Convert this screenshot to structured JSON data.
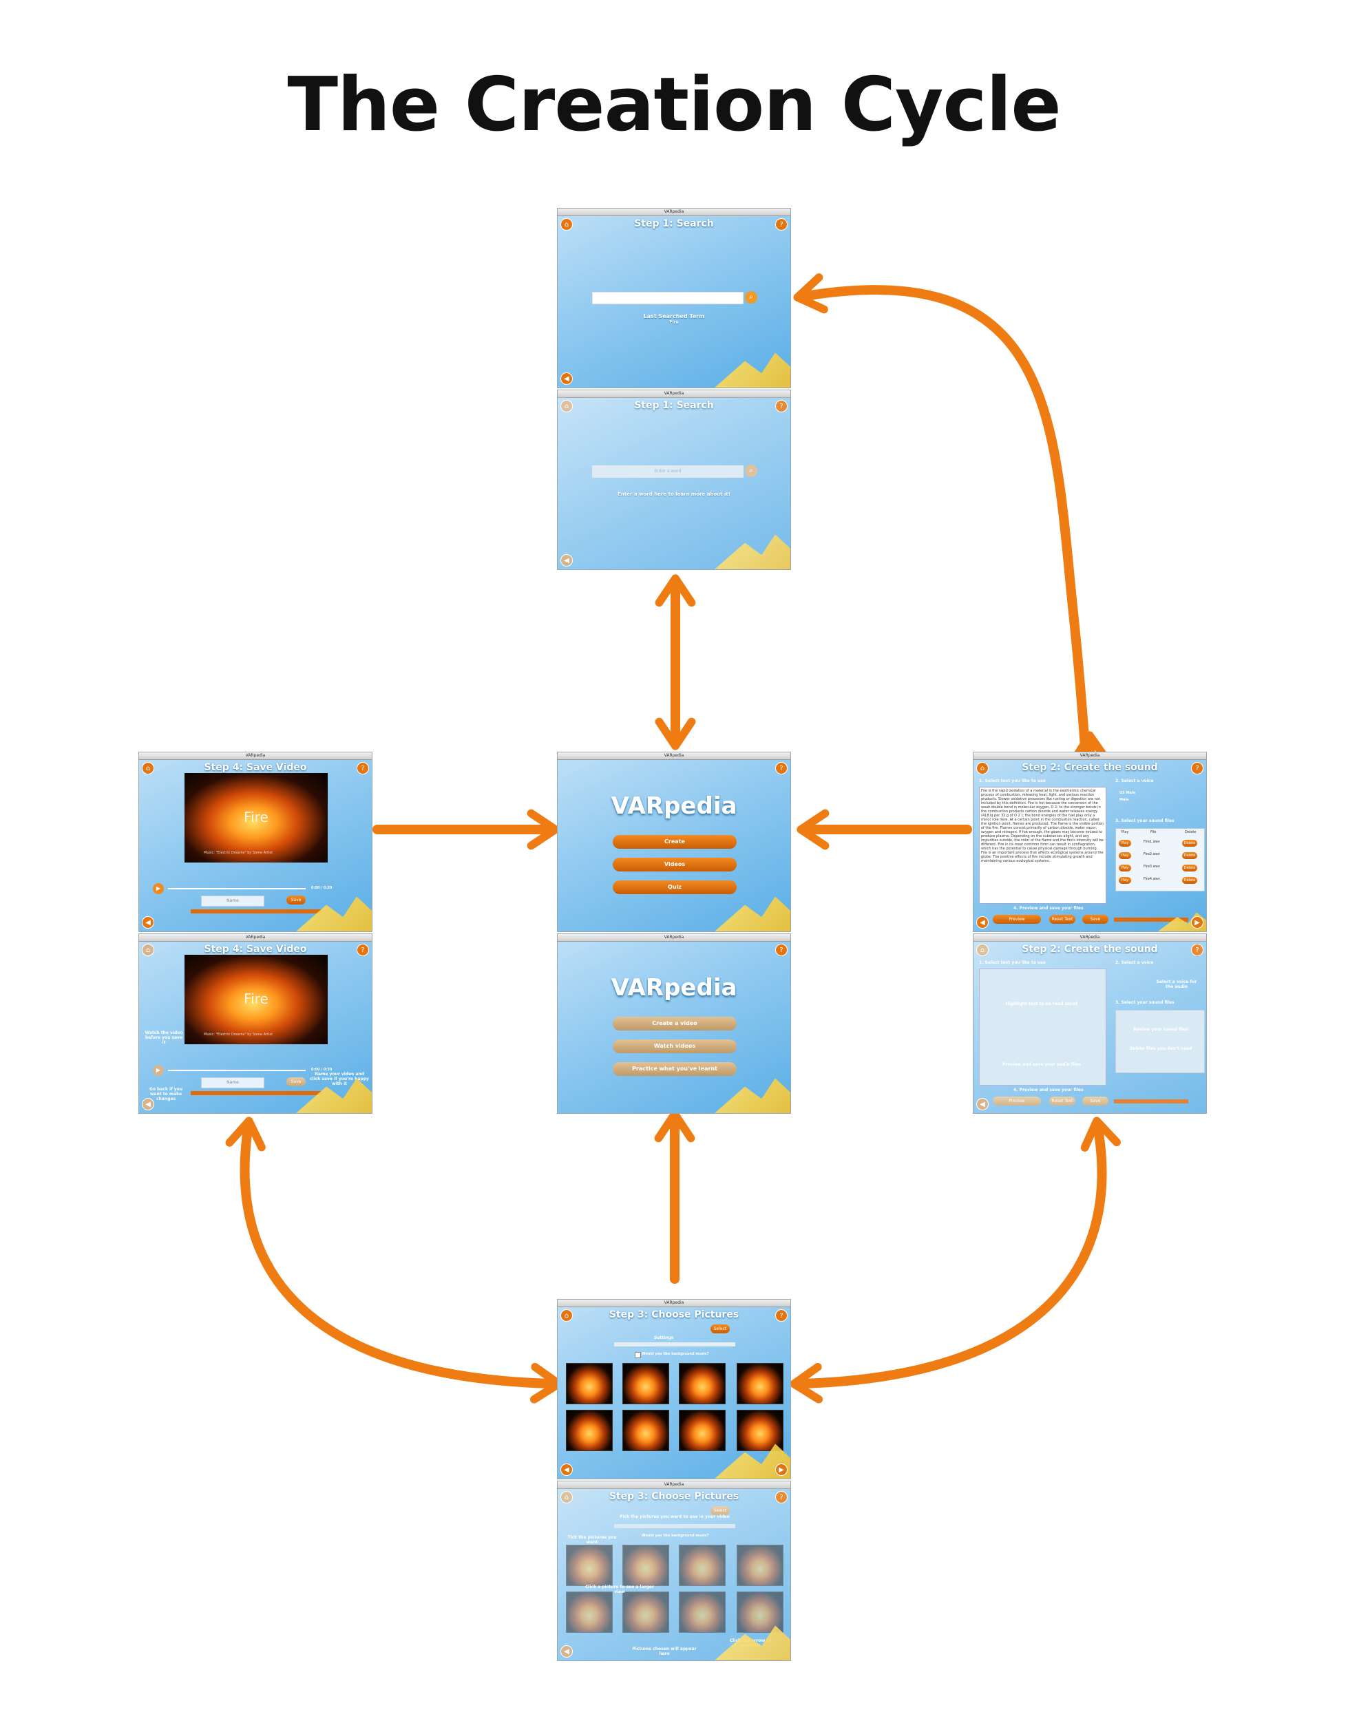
{
  "title": "The Creation Cycle",
  "app_name": "VARpedia",
  "colors": {
    "arrow": "#ee7c12",
    "accent": "#e3740e",
    "window_bg": "#8fc9f0"
  },
  "search": {
    "step": "Step 1: Search",
    "last_term_label": "Last Searched Term",
    "last_term": "Fire",
    "placeholder": "Enter a word",
    "hint": "Enter a word here to learn more about it!"
  },
  "menu": {
    "create": "Create",
    "videos": "Videos",
    "quiz": "Quiz",
    "create_help": "Create a video",
    "videos_help": "Watch videos",
    "quiz_help": "Practice what you've learnt"
  },
  "sound": {
    "step": "Step 2: Create the sound",
    "select_text": "1. Select text you like to use",
    "select_voice": "2. Select a voice",
    "voices": [
      "US Male",
      "Male"
    ],
    "select_files": "3. Select your sound files",
    "preview_label": "4. Preview and save your files",
    "columns": [
      "Play",
      "File",
      "Delete"
    ],
    "files": [
      "Fire1.wav",
      "Fire2.wav",
      "Fire3.wav",
      "Fire4.wav"
    ],
    "play_label": "Play",
    "delete_label": "Delete",
    "buttons": [
      "Preview",
      "Reset Text",
      "Save"
    ],
    "body_text": "Fire is the rapid oxidation of a material in the exothermic chemical process of combustion, releasing heat, light, and various reaction products. Slower oxidative processes like rusting or digestion are not included by this definition. Fire is hot because the conversion of the weak double bond in molecular oxygen, O 2, to the stronger bonds in the combustion products carbon dioxide and water releases energy (418 kJ per 32 g of O 2 ); the bond energies of the fuel play only a minor role here. At a certain point in the combustion reaction, called the ignition point, flames are produced. The flame is the visible portion of the fire. Flames consist primarily of carbon dioxide, water vapor, oxygen and nitrogen. If hot enough, the gases may become ionized to produce plasma. Depending on the substances alight, and any impurities outside, the color of the flame and the fire's intensity will be different. Fire in its most common form can result in conflagration, which has the potential to cause physical damage through burning. Fire is an important process that affects ecological systems around the globe. The positive effects of fire include stimulating growth and maintaining various ecological systems.",
    "annotations": {
      "highlight": "Highlight text to be read aloud",
      "voice_hint": "Select a voice for the audio",
      "files_hint": "Review your saved files",
      "preview_hint": "Preview and save your audio files",
      "delete_hint": "Delete files you don't need"
    }
  },
  "pictures": {
    "step": "Step 3: Choose Pictures",
    "select_label": "Select",
    "bar_label": "Settings",
    "music_question": "Would you like background music?",
    "annotations": {
      "top": "Pick the pictures you want to use in your video",
      "left": "Tick the pictures you want",
      "middle": "Click a picture to see a larger view",
      "bottom": "Pictures chosen will appear here",
      "right": "Click the arrow to continue"
    }
  },
  "save": {
    "step": "Step 4: Save Video",
    "video_text": "Fire",
    "caption": "Music: \"Electric Dreams\" by Some Artist",
    "time": "0:00 / 0:30",
    "input_placeholder": "Name",
    "save_label": "Save",
    "annotations": {
      "play": "Watch the video before you save it",
      "name": "Name your video and click save if you're happy with it",
      "back": "Go back if you want to make changes"
    }
  }
}
